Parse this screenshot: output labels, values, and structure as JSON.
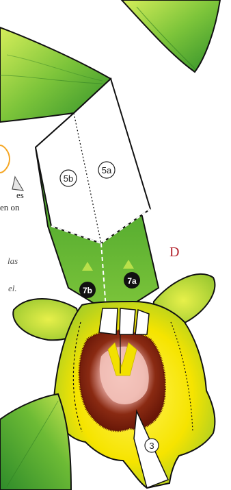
{
  "text_fragments": {
    "line1": "es",
    "line2": "en on",
    "italic1": "las",
    "italic2": "el."
  },
  "labels": {
    "part_5b": "5b",
    "part_5a": "5a",
    "part_7b": "7b",
    "part_7a": "7a",
    "part_3": "3",
    "section_letter": "D"
  },
  "colors": {
    "leaf_light": "#c8e84a",
    "leaf_dark": "#3a9a2e",
    "petal_yellow": "#ffe600",
    "lip_brown": "#7a1a0a",
    "lip_pink": "#f0b8b0",
    "orange_circle": "#f5a623",
    "letter_red": "#b2202a"
  }
}
